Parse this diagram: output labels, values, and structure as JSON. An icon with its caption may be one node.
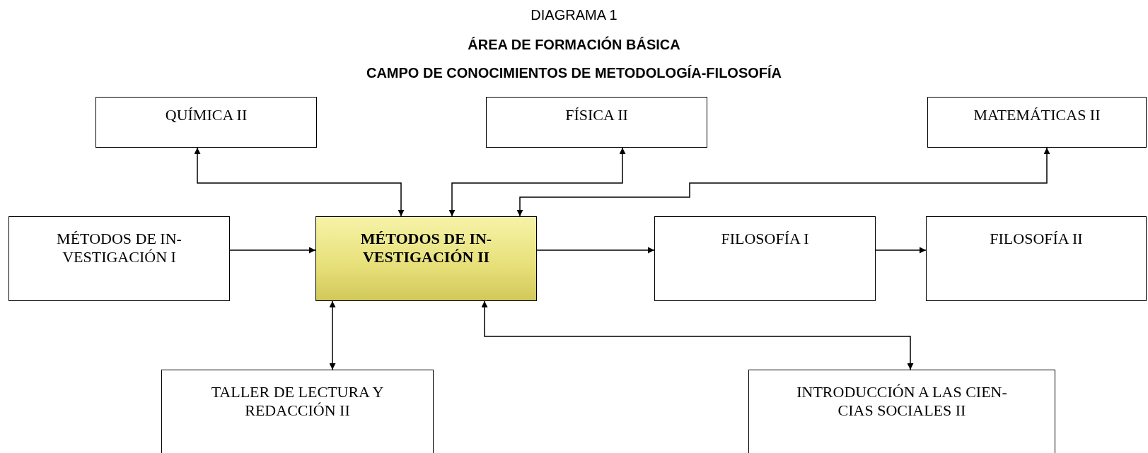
{
  "diagram": {
    "title": "DIAGRAMA 1",
    "labels": [
      "ÁREA DE FORMACIÓN BÁSICA",
      "CAMPO DE CONOCIMIENTOS DE METODOLOGÍA-FILOSOFÍA"
    ],
    "nodes": [
      {
        "text": [
          "QUÍMICA II"
        ]
      },
      {
        "text": [
          "FÍSICA II"
        ]
      },
      {
        "text": [
          "MATEMÁTICAS II"
        ]
      },
      {
        "text": [
          "MÉTODOS DE IN- VESTIGACIÓN I"
        ]
      },
      {
        "text": [
          "MÉTODOS DE IN- VESTIGACIÓN II"
        ]
      },
      {
        "text": [
          "FILOSOFÍA I"
        ]
      },
      {
        "text": [
          "FILOSOFÍA II"
        ]
      },
      {
        "text": [
          "TALLER DE LECTURA Y REDACCIÓN II"
        ]
      },
      {
        "text": [
          "INTRODUCCIÓN A LAS CIEN- CIAS SOCIALES II"
        ]
      }
    ],
    "edges": [
      {
        "from": 4,
        "to": 0,
        "arrow": "both"
      },
      {
        "from": 4,
        "to": 1,
        "arrow": "both"
      },
      {
        "from": 4,
        "to": 2,
        "arrow": "both"
      },
      {
        "from": 3,
        "to": 4,
        "arrow": "to"
      },
      {
        "from": 4,
        "to": 5,
        "arrow": "to"
      },
      {
        "from": 5,
        "to": 6,
        "arrow": "to"
      },
      {
        "from": 4,
        "to": 7,
        "arrow": "both"
      },
      {
        "from": 4,
        "to": 8,
        "arrow": "both"
      }
    ]
  }
}
